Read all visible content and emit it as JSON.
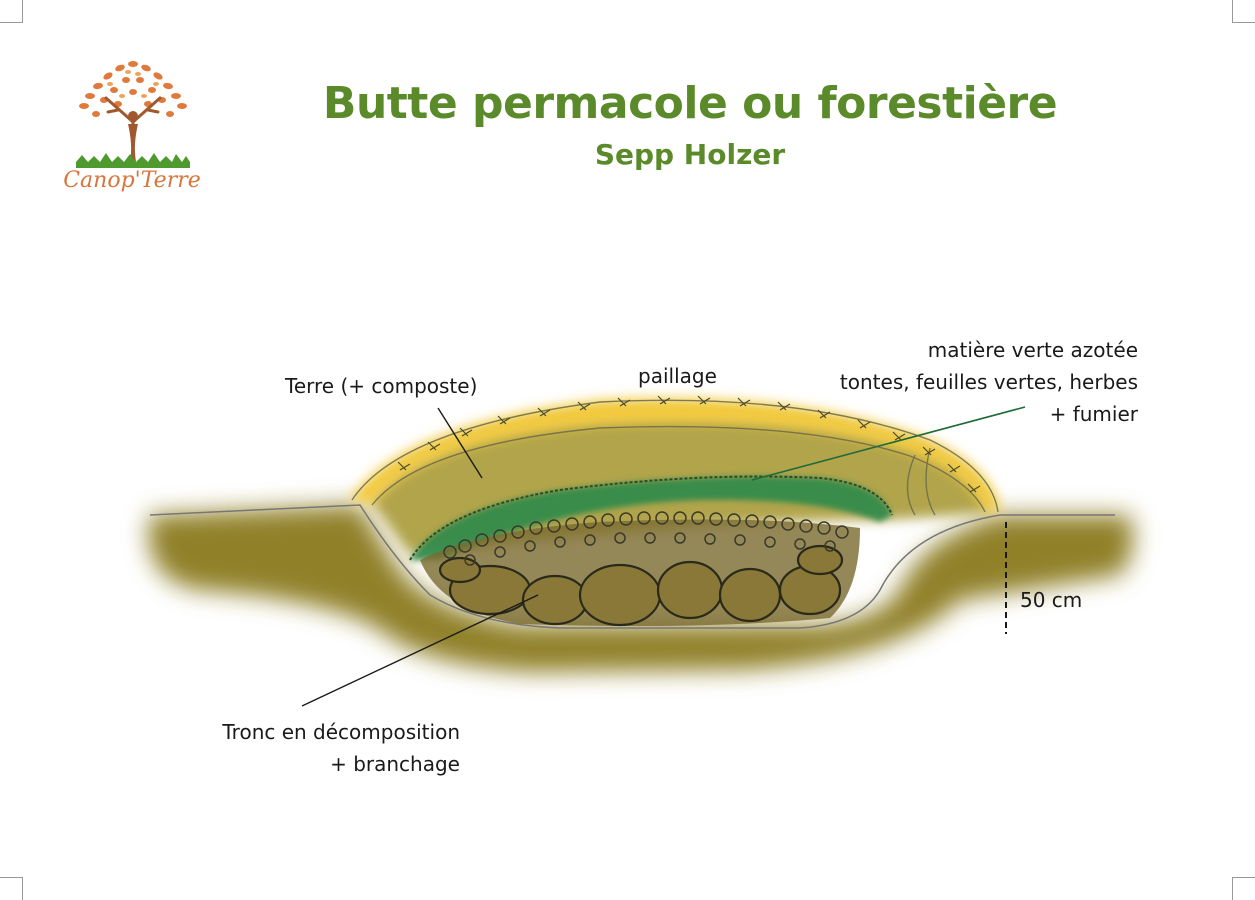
{
  "header": {
    "title": "Butte permacole ou forestière",
    "subtitle": "Sepp Holzer"
  },
  "logo": {
    "name": "Canop'Terre",
    "icon": "tree-person-icon",
    "accent_color": "#d9743a",
    "grass_color": "#4f9a2e"
  },
  "labels": {
    "terre": "Terre (+ composte)",
    "paillage": "paillage",
    "verte_line1": "matière verte azotée",
    "verte_line2": "tontes, feuilles vertes, herbes",
    "verte_line3": "+ fumier",
    "tronc_line1": "Tronc en décomposition",
    "tronc_line2": "+ branchage",
    "depth": "50 cm"
  },
  "colors": {
    "title": "#5a8a2a",
    "soil": "#8a7a1e",
    "mulch": "#f2c93a",
    "green_layer": "#2f8a4a",
    "wood": "#6b5a2a",
    "leader_green": "#1f6b3a"
  }
}
